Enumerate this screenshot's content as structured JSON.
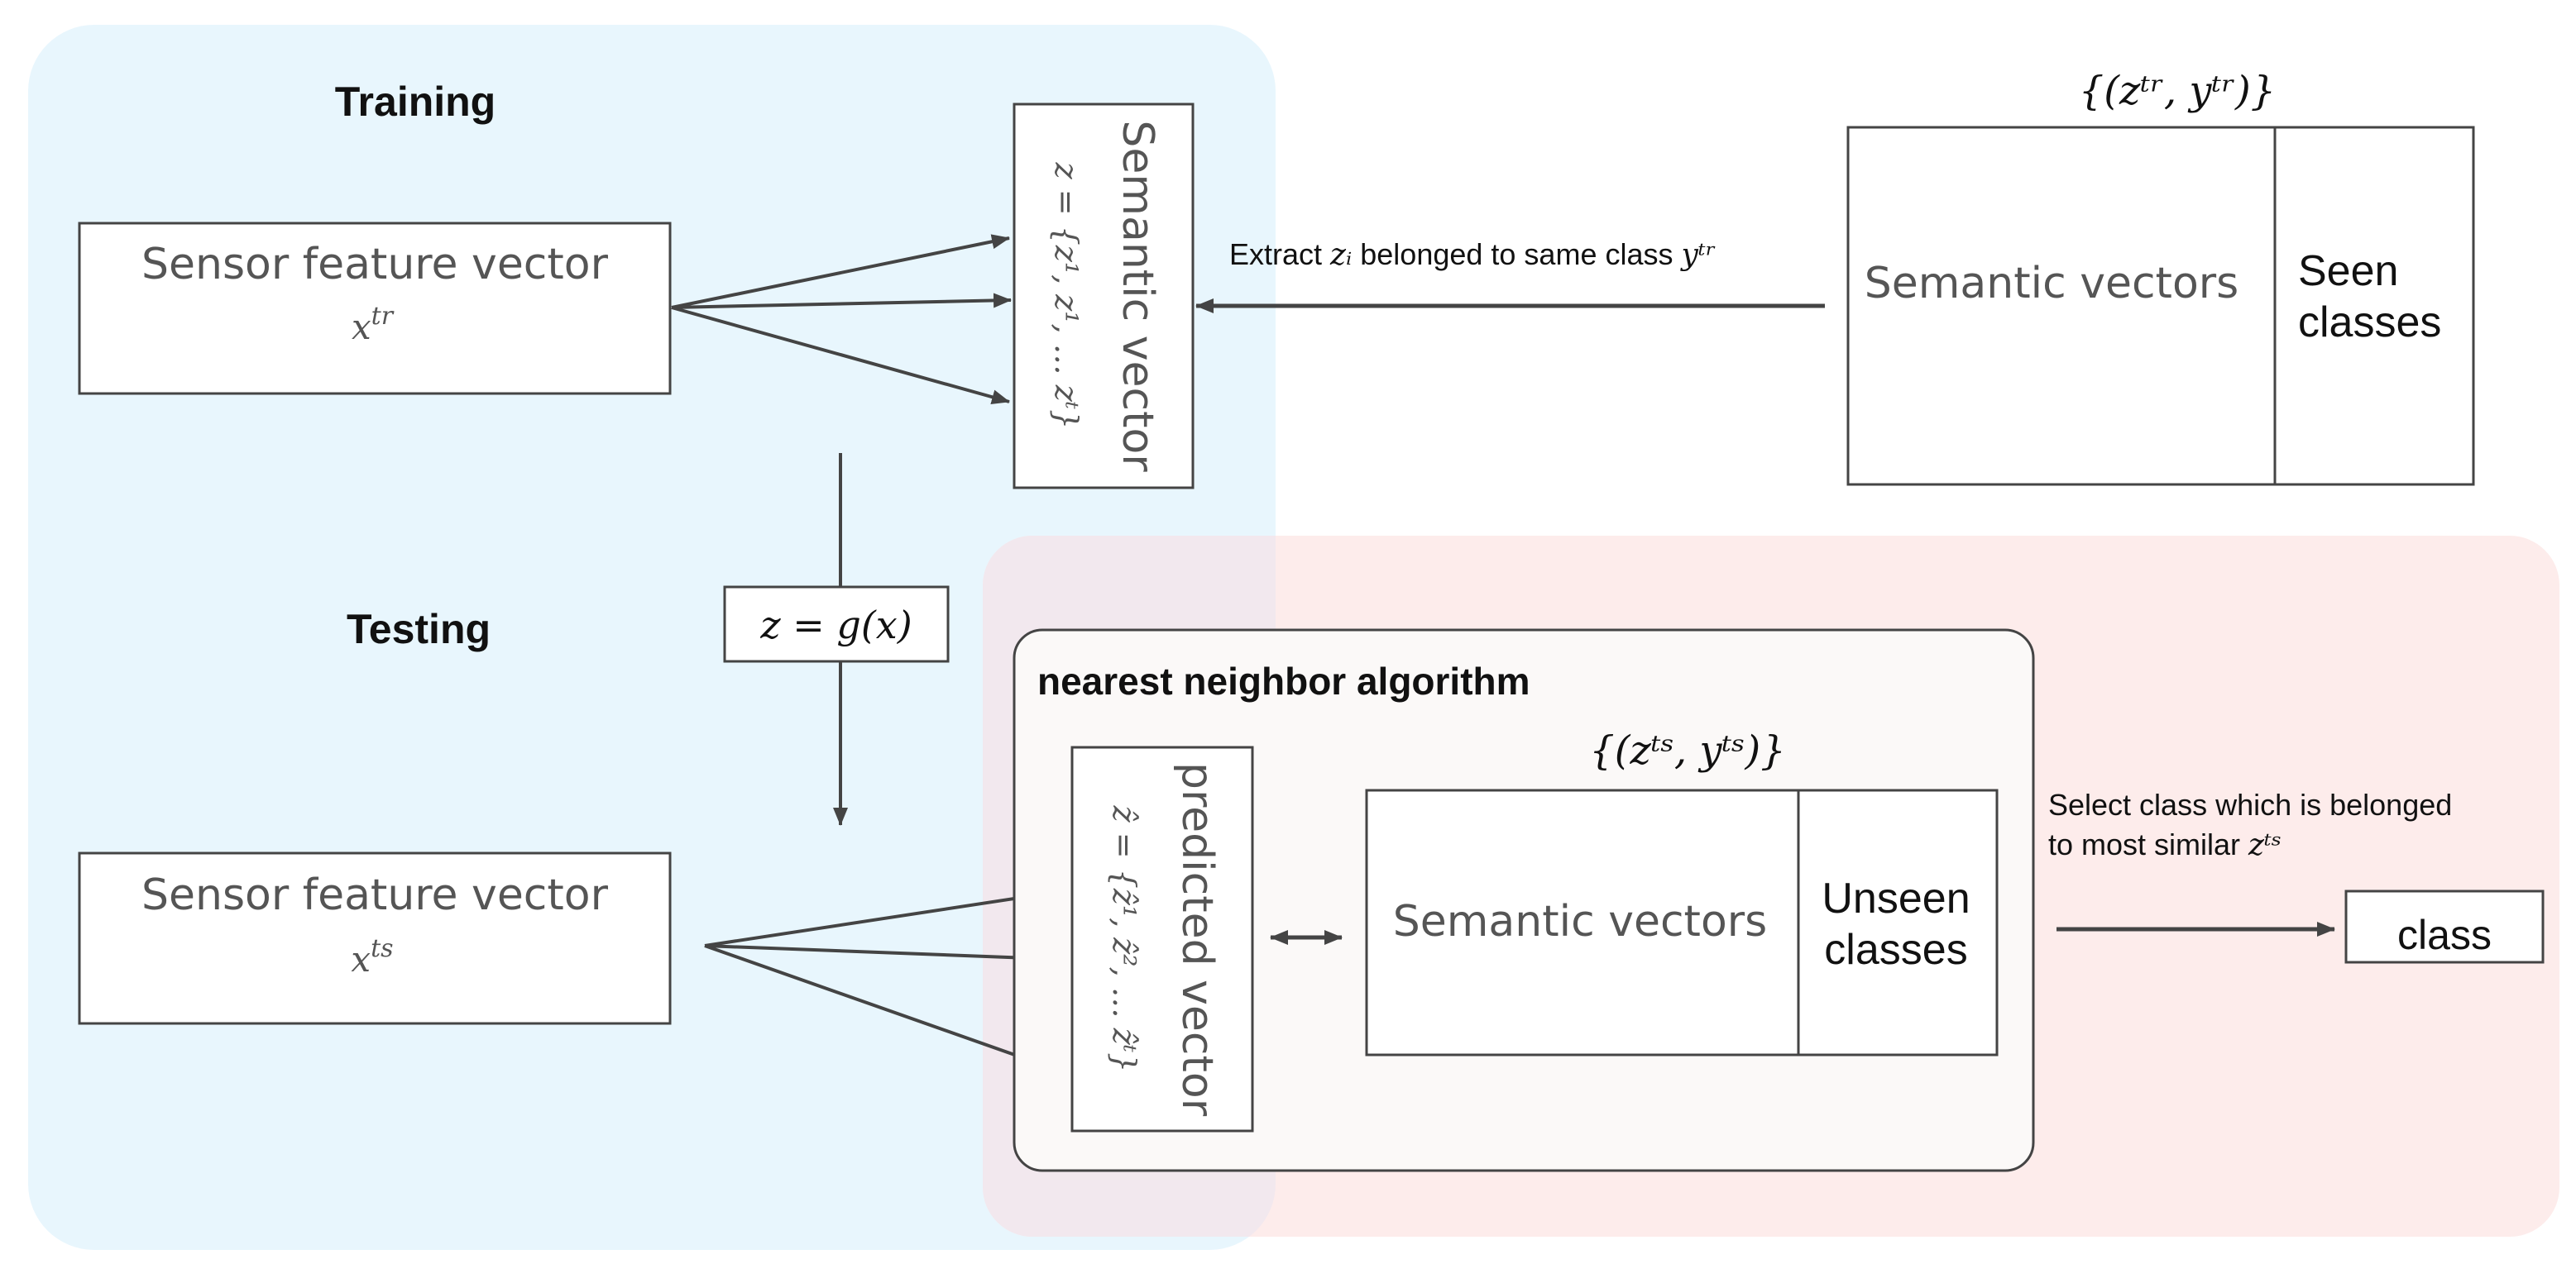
{
  "training": {
    "heading": "Training",
    "sensor_box": {
      "title": "Sensor feature vector",
      "var_base": "x",
      "var_sup": "tr"
    },
    "semantic_box": {
      "title": "Semantic vector",
      "formula": "z = {z¹, z¹, … zᵗ}"
    }
  },
  "testing": {
    "heading": "Testing",
    "sensor_box": {
      "title": "Sensor feature vector",
      "var_base": "x",
      "var_sup": "ts"
    }
  },
  "mapping": {
    "label": "z = g(x)"
  },
  "seen_table": {
    "set_label": "{(zᵗʳ, yᵗʳ)}",
    "left_cell": "Semantic vectors",
    "right_cell_line1": "Seen",
    "right_cell_line2": "classes"
  },
  "extract_label": {
    "prefix": "Extract ",
    "zi": "zᵢ",
    "middle": " belonged to same class ",
    "ytr": "yᵗʳ"
  },
  "nn_algorithm": {
    "title": "nearest neighbor algorithm",
    "predicted_box": {
      "title": "predicted vector",
      "formula": "ẑ = {ẑ¹, ẑ², … ẑᵗ}"
    },
    "unseen_table": {
      "set_label": "{(zᵗˢ, yᵗˢ)}",
      "left_cell": "Semantic vectors",
      "right_cell_line1": "Unseen",
      "right_cell_line2": "classes"
    }
  },
  "select_label": {
    "line1": "Select class which is belonged",
    "line2_prefix": "to most similar ",
    "zts": "zᵗˢ"
  },
  "output_box": {
    "label": "class"
  },
  "colors": {
    "training_region": "#e8f6fd",
    "testing_region": "#fdeceb",
    "overlap_region": "#f2e8ee",
    "nn_box_fill": "#fbf9f8",
    "stroke": "#444444",
    "text": "#555555"
  }
}
